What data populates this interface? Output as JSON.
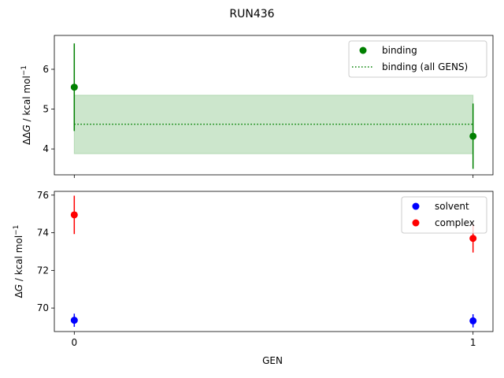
{
  "chart_data": {
    "title": "RUN436",
    "xlabel": "GEN",
    "x_ticks": [
      0,
      1
    ],
    "subplots": [
      {
        "type": "scatter",
        "ylabel_prefix": "ΔΔ",
        "ylabel_var": "G",
        "ylabel_unit": " / kcal mol",
        "ylabel_sup": "−1",
        "ylim": [
          3.35,
          6.85
        ],
        "y_ticks": [
          4,
          5,
          6
        ],
        "legend_position": "top-right",
        "series": [
          {
            "name": "binding",
            "color": "#008000",
            "x": [
              0,
              1
            ],
            "y": [
              5.55,
              4.32
            ],
            "yerr": [
              1.1,
              0.82
            ]
          }
        ],
        "reference": {
          "name": "binding (all GENS)",
          "color": "#008000",
          "linestyle": "dotted",
          "value": 4.62,
          "band": [
            3.88,
            5.35
          ],
          "x_range": [
            0,
            1
          ]
        }
      },
      {
        "type": "scatter",
        "ylabel_prefix": "Δ",
        "ylabel_var": "G",
        "ylabel_unit": " / kcal mol",
        "ylabel_sup": "−1",
        "ylim": [
          68.75,
          76.2
        ],
        "y_ticks": [
          70,
          72,
          74,
          76
        ],
        "legend_position": "top-right",
        "series": [
          {
            "name": "solvent",
            "color": "#0000ff",
            "x": [
              0,
              1
            ],
            "y": [
              69.35,
              69.32
            ],
            "yerr": [
              0.35,
              0.35
            ]
          },
          {
            "name": "complex",
            "color": "#ff0000",
            "x": [
              0,
              1
            ],
            "y": [
              74.95,
              73.7
            ],
            "yerr": [
              1.02,
              0.75
            ]
          }
        ]
      }
    ]
  }
}
